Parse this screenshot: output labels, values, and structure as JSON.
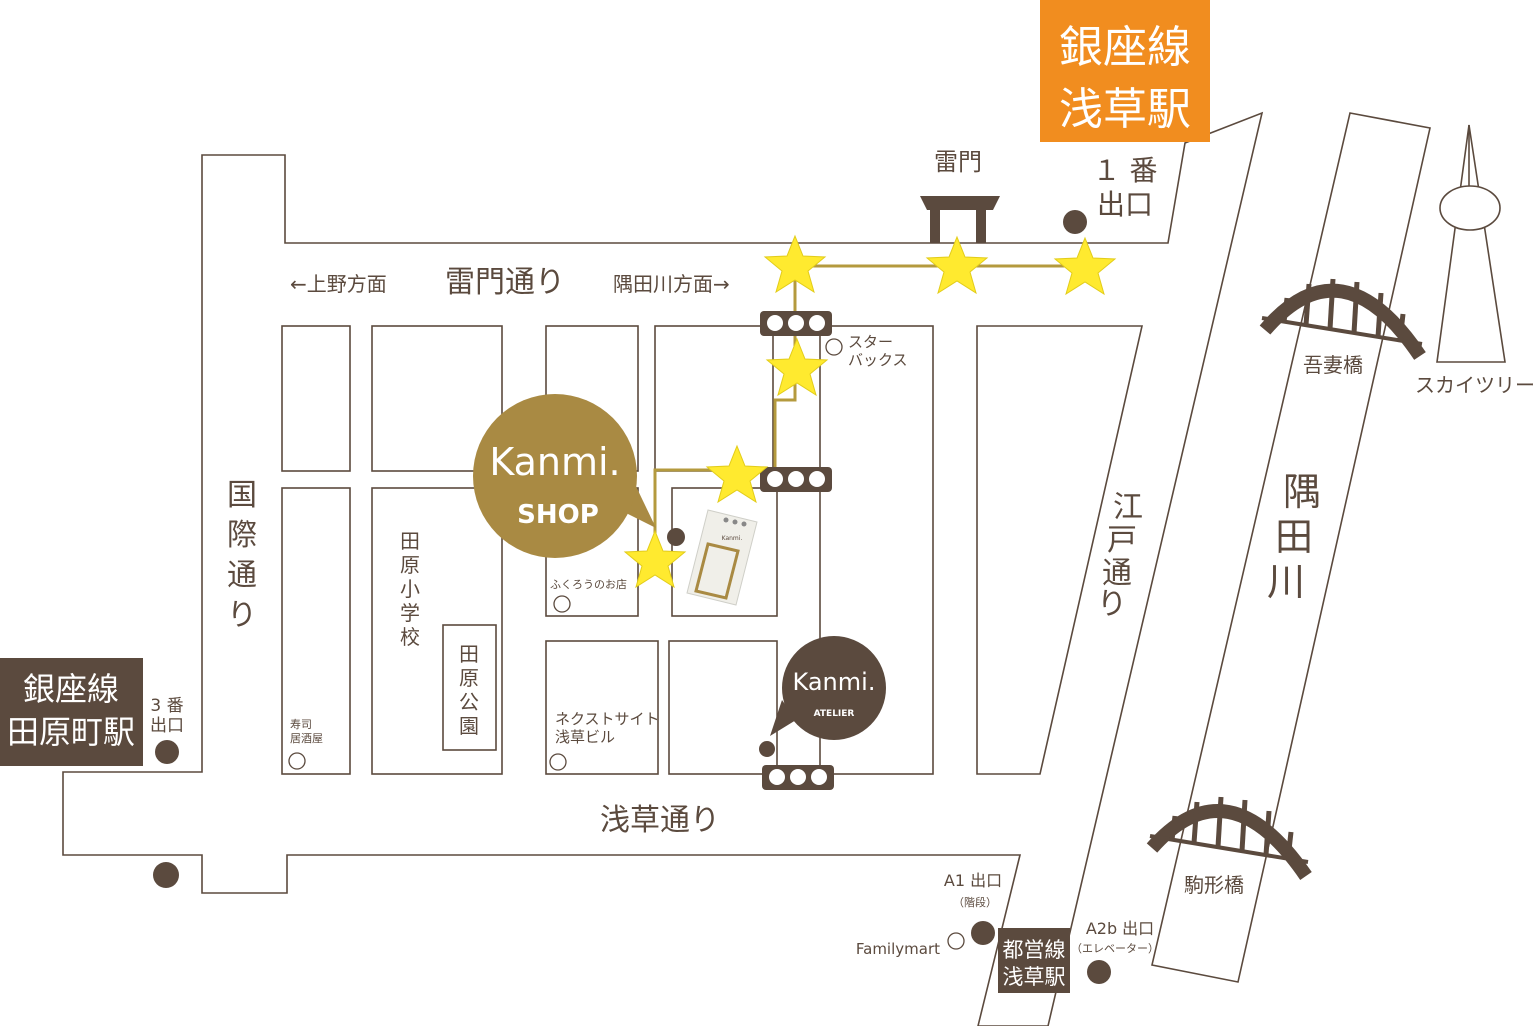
{
  "stations": {
    "ginza_asakusa": {
      "line": "銀座線",
      "name": "浅草駅",
      "color": "#f18d1f"
    },
    "ginza_tawaramachi": {
      "line": "銀座線",
      "name": "田原町駅",
      "color": "#5b4a3e"
    },
    "toei_asakusa": {
      "line": "都営線",
      "name": "浅草駅",
      "color": "#5b4a3e"
    }
  },
  "exits": {
    "exit_1": {
      "line1": "１ 番",
      "line2": "出口"
    },
    "exit_3": {
      "line1": "3 番",
      "line2": "出口"
    },
    "exit_a1": {
      "line1": "A1 出口",
      "line2": "（階段）"
    },
    "exit_a2b": {
      "line1": "A2b 出口",
      "line2": "（エレベーター）"
    }
  },
  "streets": {
    "kaminarimon": "雷門通り",
    "kokusai": [
      "国",
      "際",
      "通",
      "り"
    ],
    "asakusa": "浅草通り",
    "edo": [
      "江",
      "戸",
      "通",
      "り"
    ],
    "sumida_river": [
      "隅",
      "田",
      "川"
    ]
  },
  "directions": {
    "ueno": "←上野方面",
    "sumida": "隅田川方面→"
  },
  "landmarks": {
    "kaminarimon_gate": "雷門",
    "starbucks": [
      "スター",
      "バックス"
    ],
    "skytree": "スカイツリー",
    "azumabashi": "吾妻橋",
    "komagatabashi": "駒形橋",
    "tawara_school": [
      "田",
      "原",
      "小",
      "学",
      "校"
    ],
    "tawara_park": [
      "田",
      "原",
      "公",
      "園"
    ],
    "fukurou": "ふくろうのお店",
    "nextsite": [
      "ネクストサイト",
      "浅草ビル"
    ],
    "sushi": [
      "寿司",
      "居酒屋"
    ],
    "familymart": "Familymart"
  },
  "shops": {
    "shop": {
      "brand": "Kanmi.",
      "sub": "SHOP",
      "color": "#a98a43"
    },
    "atelier": {
      "brand": "Kanmi.",
      "sub": "ATELIER",
      "color": "#5b4a3e"
    },
    "building_sign": "Kanmi."
  },
  "colors": {
    "ink": "#5b4a3e",
    "route": "#b49a3e",
    "star": "#ffea2f",
    "accent": "#f18d1f"
  }
}
